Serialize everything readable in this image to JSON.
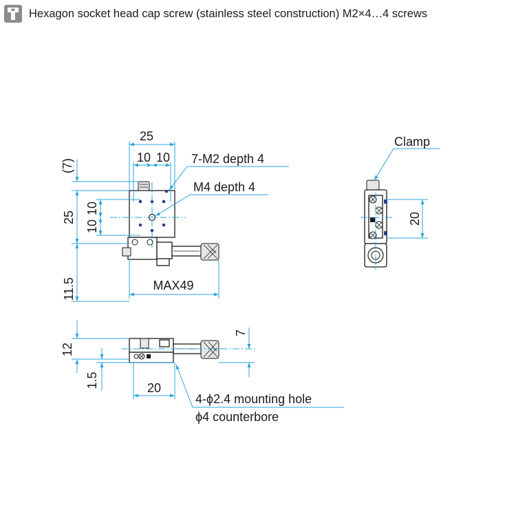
{
  "header": {
    "icon": "socket-screw-icon",
    "text": "Hexagon socket head cap screw (stainless steel construction) M2×4…4 screws"
  },
  "colors": {
    "dimension": "#29a3dd",
    "outline": "#1a1a1a",
    "hole": "#2a3c8c",
    "badge": "#8c8c8c"
  },
  "top_view": {
    "dim_overall_width": "25",
    "dim_half_left": "10",
    "dim_half_right": "10",
    "dim_offset": "(7)",
    "dim_height": "25",
    "dim_v_upper": "10",
    "dim_v_lower": "10",
    "dim_bottom_offset": "11.5",
    "dim_max_length": "MAX49",
    "note_tapped_holes": "7-M2 depth 4",
    "note_center_hole": "M4 depth 4"
  },
  "side_view": {
    "label_clamp": "Clamp",
    "dim_pitch": "20"
  },
  "front_view": {
    "dim_height": "12",
    "dim_base": "1.5",
    "dim_right": "7",
    "dim_pitch": "20",
    "note_mounting_hole": "4-ϕ2.4 mounting hole",
    "note_counterbore": "ϕ4 counterbore"
  }
}
